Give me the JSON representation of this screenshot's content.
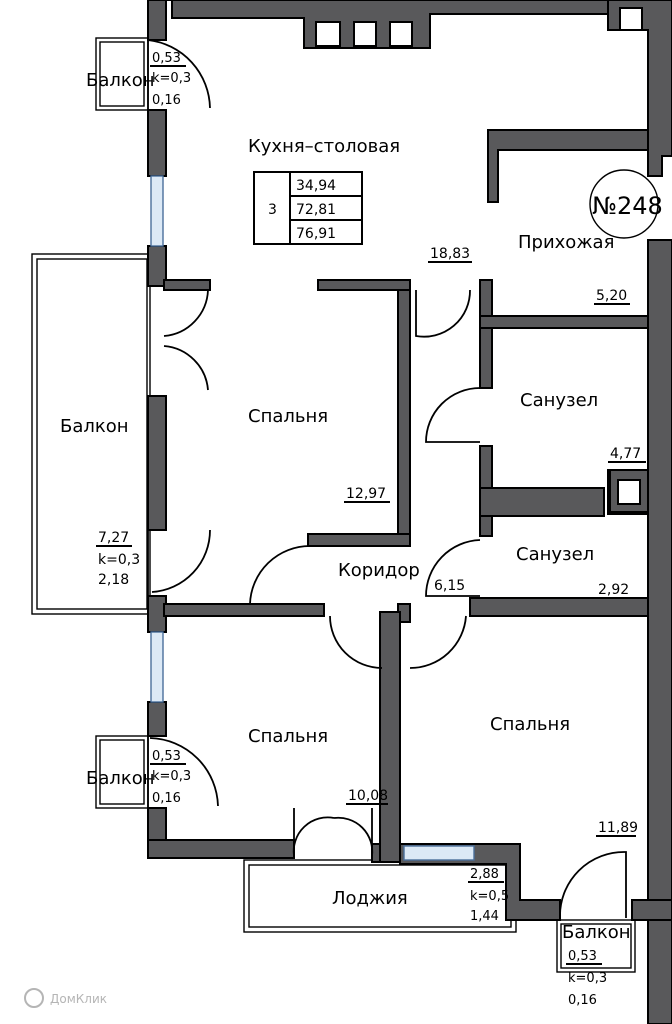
{
  "apartment": {
    "number": "№248",
    "room_count": "3",
    "areas": [
      "34,94",
      "72,81",
      "76,91"
    ]
  },
  "rooms": {
    "kitchen": {
      "name": "Кухня–столовая",
      "area": "18,83"
    },
    "hallway": {
      "name": "Прихожая",
      "area": "5,20"
    },
    "bedroom1": {
      "name": "Спальня",
      "area": "12,97"
    },
    "bedroom2": {
      "name": "Спальня",
      "area": "10,08"
    },
    "bedroom3": {
      "name": "Спальня",
      "area": "11,89"
    },
    "bath1": {
      "name": "Санузел",
      "area": "4,77"
    },
    "bath2": {
      "name": "Санузел",
      "area": "2,92"
    },
    "corridor": {
      "name": "Коридор",
      "area": "6,15"
    },
    "balcony_big": {
      "name": "Балкон",
      "area": "7,27",
      "k": "k=0,3",
      "reduced": "2,18"
    },
    "balcony_top": {
      "name": "Балкон",
      "area": "0,53",
      "k": "k=0,3",
      "reduced": "0,16"
    },
    "balcony_mid": {
      "name": "Балкон",
      "area": "0,53",
      "k": "k=0,3",
      "reduced": "0,16"
    },
    "balcony_br": {
      "name": "Балкон",
      "area": "0,53",
      "k": "k=0,3",
      "reduced": "0,16"
    },
    "loggia": {
      "name": "Лоджия",
      "area": "2,88",
      "k": "k=0,5",
      "reduced": "1,44"
    }
  },
  "watermark": "ДомКлик"
}
